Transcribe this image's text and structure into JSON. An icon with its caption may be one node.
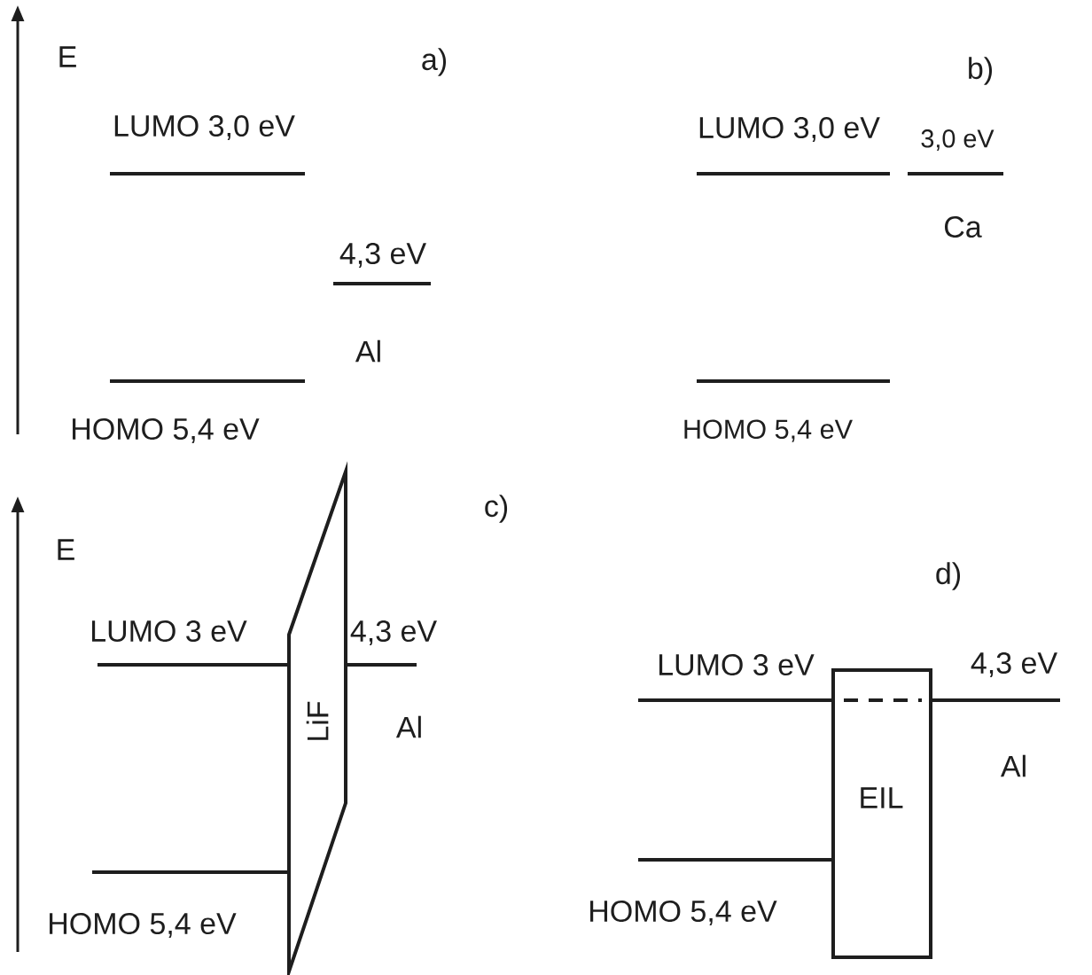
{
  "diagram": {
    "nodes": [
      {
        "text": [
          "LiF"
        ]
      },
      {
        "text": [
          "EIL"
        ]
      }
    ],
    "labels": [
      "E",
      "a)",
      "LUMO 3,0 eV",
      "4,3 eV",
      "Al",
      "HOMO 5,4 eV",
      "b)",
      "LUMO 3,0 eV",
      "3,0 eV",
      "Ca",
      "HOMO 5,4 eV",
      "E",
      "c)",
      "LUMO 3 eV",
      "4,3 eV",
      "Al",
      "HOMO 5,4 eV",
      "d)",
      "LUMO 3 eV",
      "4,3 eV",
      "Al",
      "HOMO 5,4 eV"
    ]
  }
}
